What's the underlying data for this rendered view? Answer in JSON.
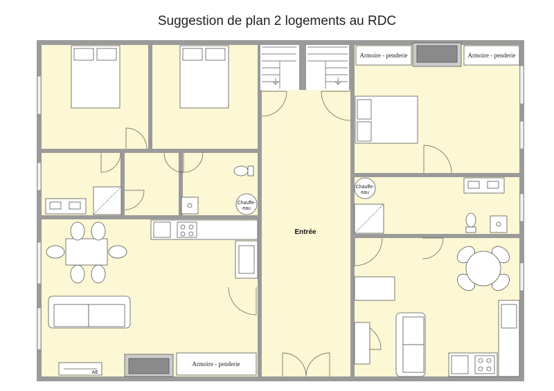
{
  "title": "Suggestion de plan 2 logements au RDC",
  "rooms": {
    "entrance": "Entrée",
    "wardrobe_left": "Armoire - penderie",
    "wardrobe_top_a": "Armoire - penderie",
    "wardrobe_top_b": "Armoire - penderie",
    "water_heater_left": "Chauffe-\neau",
    "water_heater_right": "Chauffe-\neau",
    "fixture_label": "AE"
  },
  "colors": {
    "floor": "#fcf7d4",
    "wall": "#9a9a9a",
    "stroke": "#555555",
    "furniture": "#ffffff",
    "stair": "#dddddd"
  }
}
